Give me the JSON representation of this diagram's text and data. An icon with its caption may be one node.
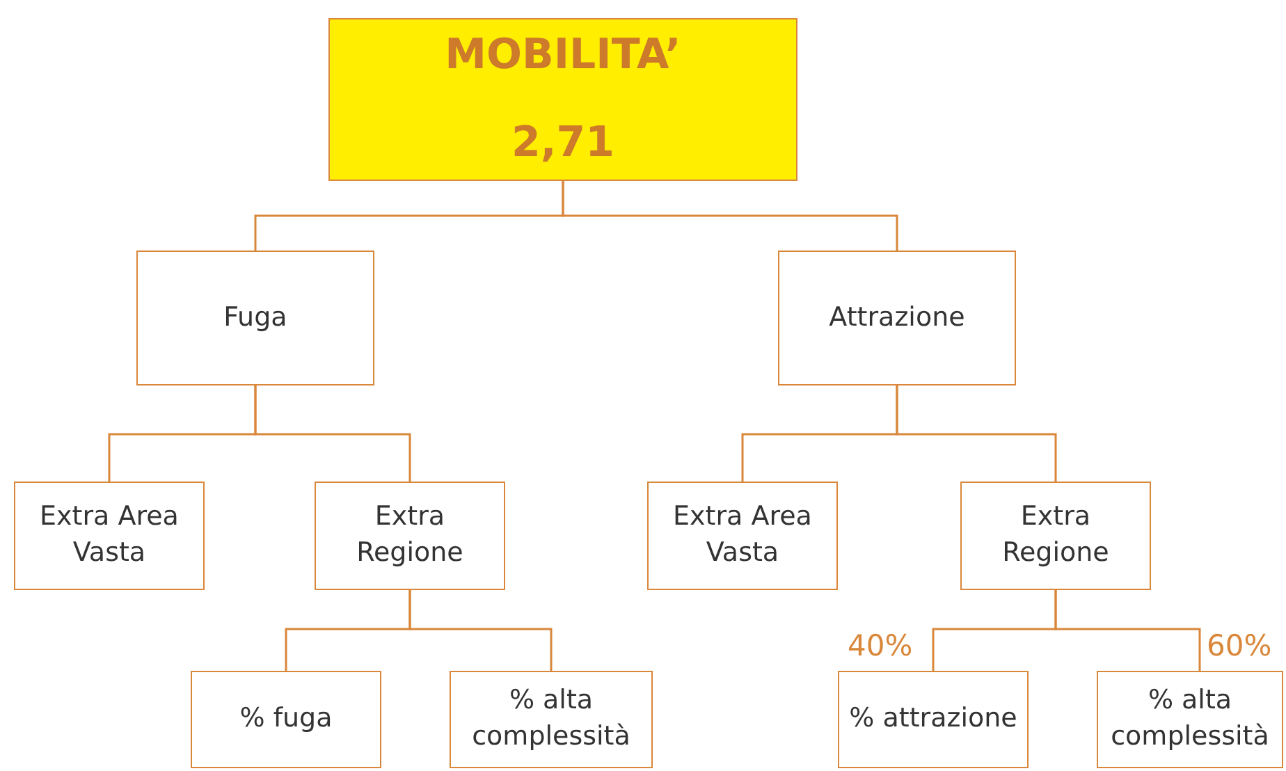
{
  "diagram": {
    "nodes": [
      {
        "text": [
          "MOBILITA’",
          "2,71"
        ]
      },
      {
        "text": [
          "Fuga"
        ]
      },
      {
        "text": [
          "Attrazione"
        ]
      },
      {
        "text": [
          "Extra Area Vasta"
        ]
      },
      {
        "text": [
          "Extra Regione"
        ]
      },
      {
        "text": [
          "Extra Area Vasta"
        ]
      },
      {
        "text": [
          "Extra Regione"
        ]
      },
      {
        "text": [
          "% fuga"
        ]
      },
      {
        "text": [
          "% alta complessità"
        ]
      },
      {
        "text": [
          "% attrazione"
        ],
        "beside": [
          "40%"
        ]
      },
      {
        "text": [
          "% alta complessità"
        ],
        "beside": [
          "60%"
        ]
      }
    ],
    "edges": [
      {
        "from": 0,
        "to": 1,
        "arrow": "none"
      },
      {
        "from": 0,
        "to": 2,
        "arrow": "none"
      },
      {
        "from": 1,
        "to": 3,
        "arrow": "none"
      },
      {
        "from": 1,
        "to": 4,
        "arrow": "none"
      },
      {
        "from": 2,
        "to": 5,
        "arrow": "none"
      },
      {
        "from": 2,
        "to": 6,
        "arrow": "none"
      },
      {
        "from": 4,
        "to": 7,
        "arrow": "none"
      },
      {
        "from": 4,
        "to": 8,
        "arrow": "none"
      },
      {
        "from": 6,
        "to": 9,
        "arrow": "none"
      },
      {
        "from": 6,
        "to": 10,
        "arrow": "none"
      }
    ]
  }
}
